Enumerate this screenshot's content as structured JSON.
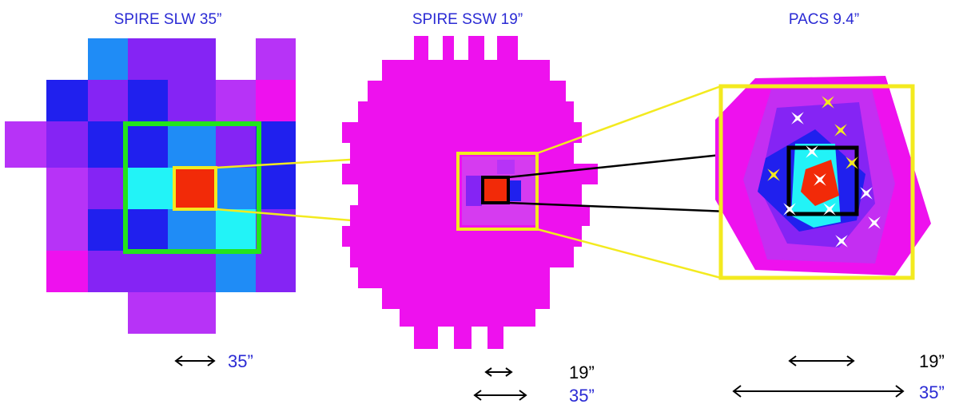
{
  "panels": [
    {
      "title": "SPIRE SLW 35”"
    },
    {
      "title": "SPIRE SSW 19”"
    },
    {
      "title": "PACS 9.4”"
    }
  ],
  "scale_labels": {
    "slw_35": "35”",
    "ssw_19": "19”",
    "ssw_35": "35”",
    "pacs_19": "19”",
    "pacs_35": "35”"
  },
  "colors": {
    "magenta": "#ee11ee",
    "violet": "#b733f7",
    "purple": "#8524f4",
    "blue": "#2020ee",
    "azure": "#1f8cf6",
    "cyan": "#22f3f7",
    "red": "#f22a08",
    "green_box": "#23e41b",
    "yellow_box": "#f3ea1f",
    "black_box": "#000000",
    "title_blue": "#2a2ad4"
  }
}
